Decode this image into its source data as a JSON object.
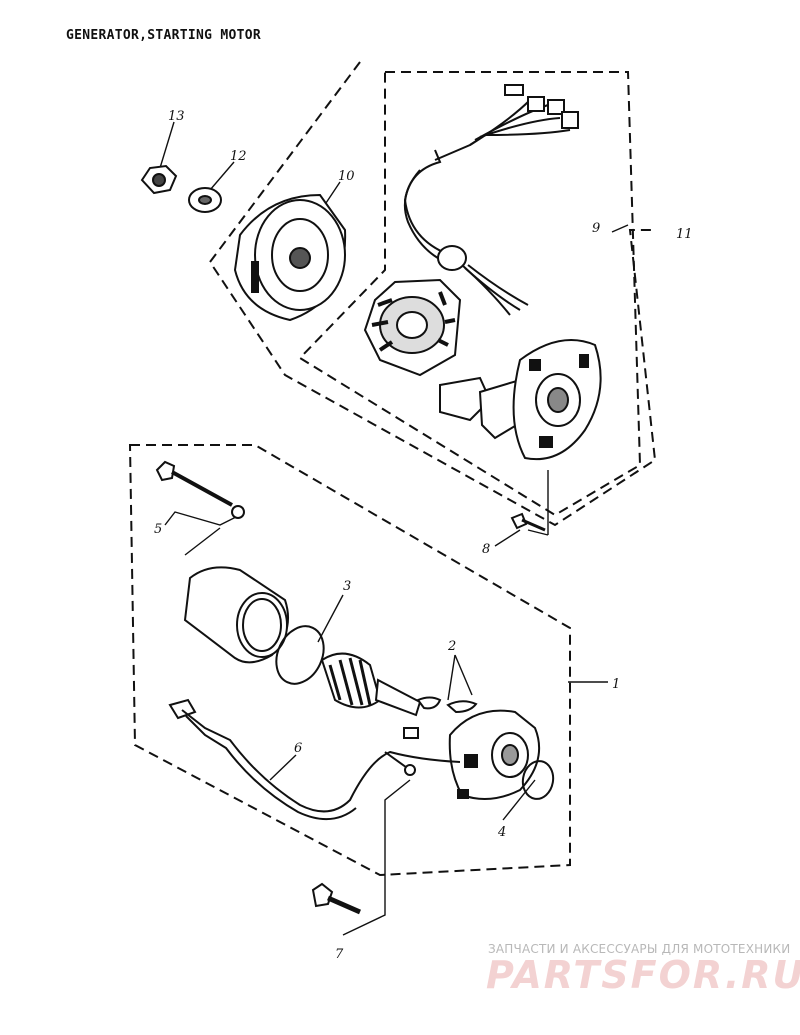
{
  "title": "GENERATOR,STARTING MOTOR",
  "callouts": {
    "p1": "1",
    "p2": "2",
    "p3": "3",
    "p4": "4",
    "p5": "5",
    "p6": "6",
    "p7": "7",
    "p8": "8",
    "p9": "9",
    "p10": "10",
    "p11": "11",
    "p12": "12",
    "p13": "13"
  },
  "watermark": {
    "caption": "ЗАПЧАСТИ И АКСЕССУАРЫ ДЛЯ МОТОТЕХНИКИ",
    "logo": "PARTSFOR.RU"
  },
  "colors": {
    "ink": "#111111",
    "watermark_caption": "#b8b8b8",
    "watermark_logo": "#f3d2d2"
  }
}
